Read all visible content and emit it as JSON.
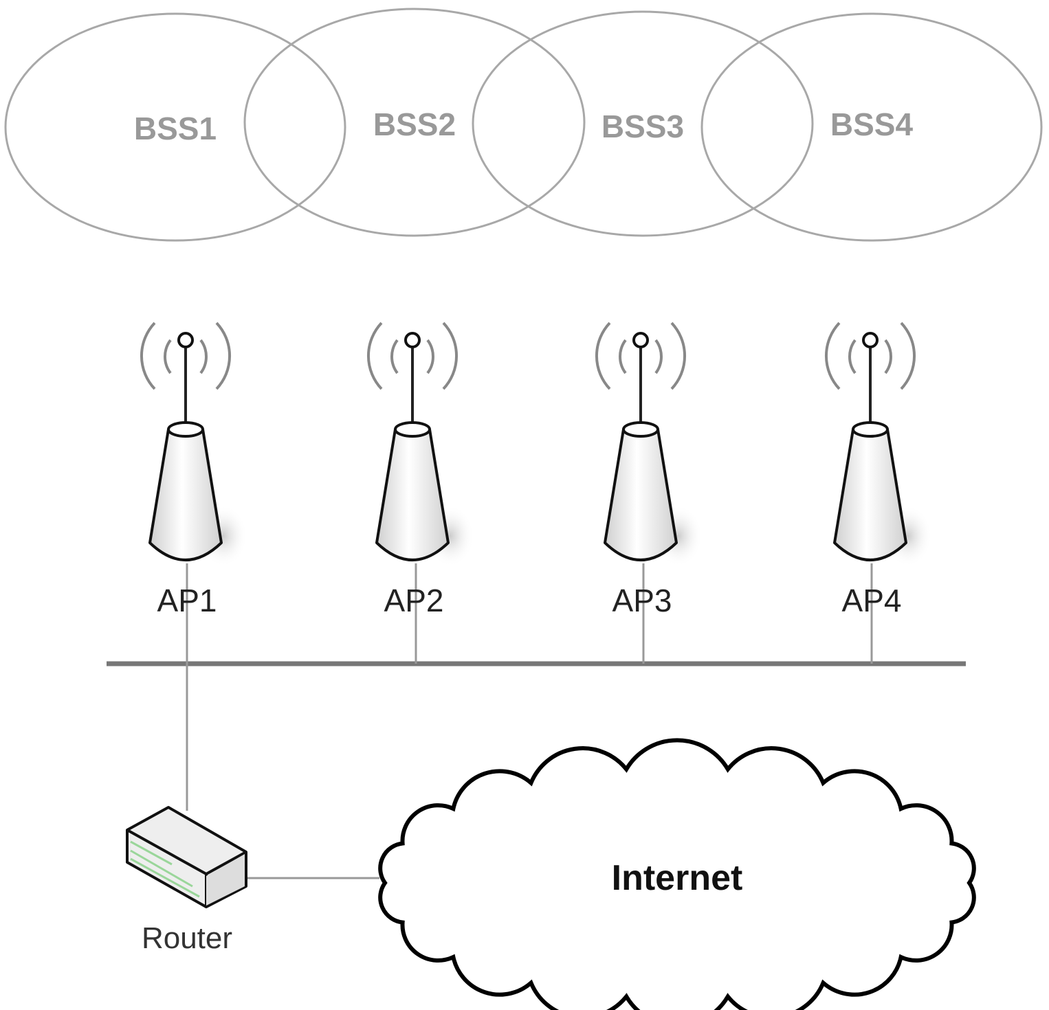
{
  "bss": [
    {
      "label": "BSS1"
    },
    {
      "label": "BSS2"
    },
    {
      "label": "BSS3"
    },
    {
      "label": "BSS4"
    }
  ],
  "access_points": [
    {
      "label": "AP1"
    },
    {
      "label": "AP2"
    },
    {
      "label": "AP3"
    },
    {
      "label": "AP4"
    }
  ],
  "router": {
    "label": "Router"
  },
  "internet": {
    "label": "Internet"
  },
  "colors": {
    "ellipse": "#a8a8a8",
    "bus": "#777777",
    "link": "#999999",
    "outline": "#111111",
    "bss_text": "#999999"
  }
}
